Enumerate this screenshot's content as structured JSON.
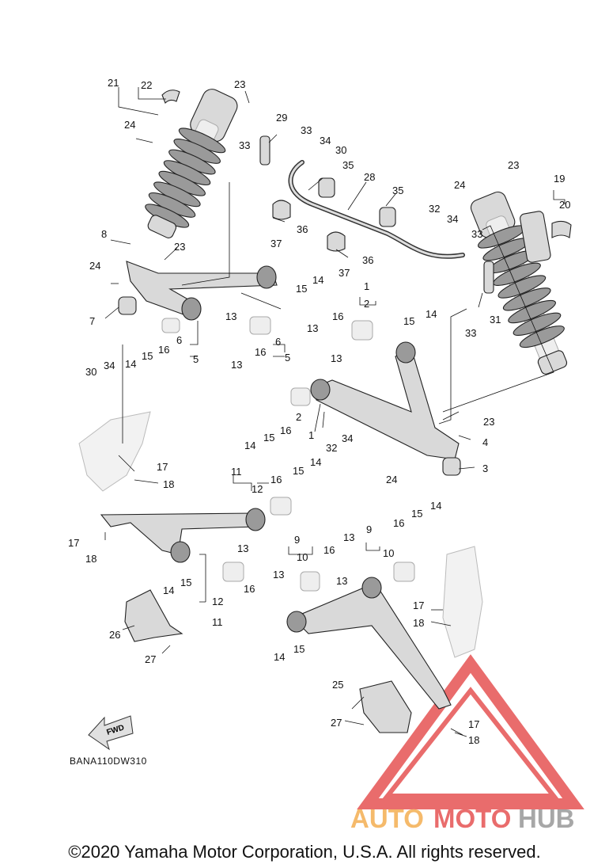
{
  "diagram": {
    "drawing_code": "BANA110DW310",
    "fwd_label": "FWD",
    "copyright": "©2020 Yamaha Motor Corporation, U.S.A. All rights reserved.",
    "watermark": {
      "auto": "AUTO",
      "moto": "MOTO",
      "hub": "HUB"
    },
    "colors": {
      "watermark_red": "#e23b3b",
      "watermark_gold": "#f2a33a",
      "watermark_gray": "#8a8a8a"
    },
    "callouts": {
      "c1a": "1",
      "c1b": "1",
      "c2a": "2",
      "c2b": "2",
      "c3": "3",
      "c4": "4",
      "c5a": "5",
      "c5b": "5",
      "c6a": "6",
      "c6b": "6",
      "c7": "7",
      "c8": "8",
      "c9a": "9",
      "c9b": "9",
      "c10a": "10",
      "c10b": "10",
      "c11a": "11",
      "c11b": "11",
      "c12a": "12",
      "c12b": "12",
      "c13a": "13",
      "c13b": "13",
      "c13c": "13",
      "c13d": "13",
      "c13e": "13",
      "c13f": "13",
      "c13g": "13",
      "c13h": "13",
      "c14a": "14",
      "c14b": "14",
      "c14c": "14",
      "c14d": "14",
      "c14e": "14",
      "c14f": "14",
      "c14g": "14",
      "c14h": "14",
      "c15a": "15",
      "c15b": "15",
      "c15c": "15",
      "c15d": "15",
      "c15e": "15",
      "c15f": "15",
      "c15g": "15",
      "c15h": "15",
      "c16a": "16",
      "c16b": "16",
      "c16c": "16",
      "c16d": "16",
      "c16e": "16",
      "c16f": "16",
      "c16g": "16",
      "c16h": "16",
      "c17a": "17",
      "c17b": "17",
      "c17c": "17",
      "c17d": "17",
      "c18a": "18",
      "c18b": "18",
      "c18c": "18",
      "c18d": "18",
      "c19": "19",
      "c20": "20",
      "c21": "21",
      "c22": "22",
      "c23a": "23",
      "c23b": "23",
      "c23c": "23",
      "c23d": "23",
      "c24a": "24",
      "c24b": "24",
      "c24c": "24",
      "c24d": "24",
      "c25": "25",
      "c26": "26",
      "c27a": "27",
      "c27b": "27",
      "c28": "28",
      "c29": "29",
      "c30a": "30",
      "c30b": "30",
      "c31": "31",
      "c32a": "32",
      "c32b": "32",
      "c33a": "33",
      "c33b": "33",
      "c33c": "33",
      "c33d": "33",
      "c34a": "34",
      "c34b": "34",
      "c34c": "34",
      "c34d": "34",
      "c35a": "35",
      "c35b": "35",
      "c36a": "36",
      "c36b": "36",
      "c37a": "37",
      "c37b": "37"
    }
  }
}
